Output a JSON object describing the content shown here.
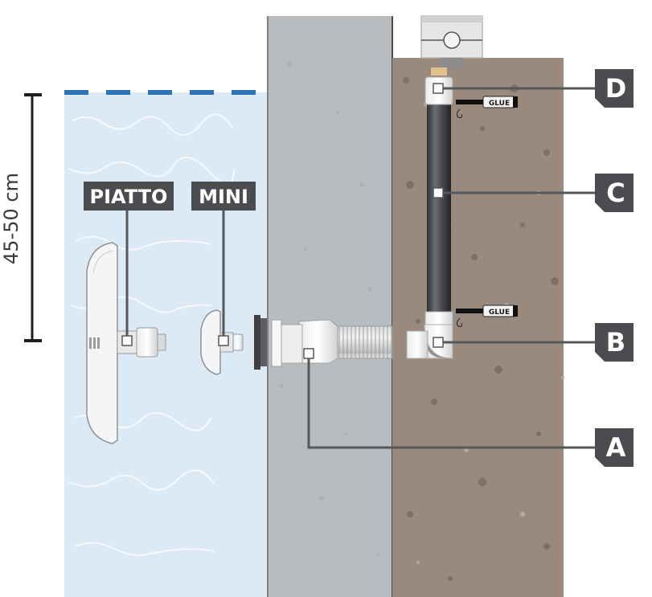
{
  "dimension": {
    "text": "45-50 cm"
  },
  "labels": {
    "piatto": "PIATTO",
    "mini": "MINI",
    "a": "A",
    "b": "B",
    "c": "C",
    "d": "D"
  },
  "glue": {
    "top": "GLUE",
    "bottom": "GLUE"
  },
  "colors": {
    "water": "#dceaf6",
    "water_line": "#2f73b8",
    "concrete": "#b9bcbf",
    "soil": "#9a8a7d",
    "label_bg": "#4a4c4f",
    "leader": "#55585b"
  }
}
